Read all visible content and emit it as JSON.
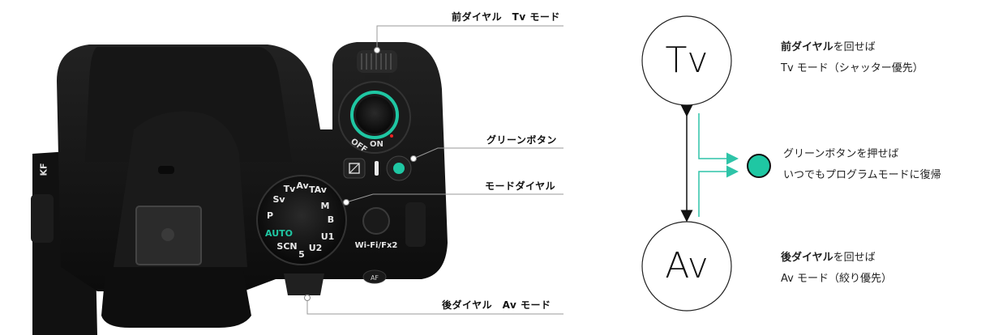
{
  "callouts": {
    "front_dial": "前ダイヤル　Tv モード",
    "green_button": "グリーンボタン",
    "mode_dial": "モードダイヤル",
    "rear_dial": "後ダイヤル　Av モード"
  },
  "camera": {
    "brand_fragment": "KF",
    "power_off": "OFF",
    "power_on": "ON",
    "wifi_button": "Wi-Fi/Fx2",
    "af_button": "AF",
    "mode_dial_modes": [
      "P",
      "Sv",
      "Tv",
      "Av",
      "TAv",
      "M",
      "B",
      "U1",
      "U2",
      "5",
      "SCN",
      "AUTO"
    ]
  },
  "diagram": {
    "tv": {
      "symbol": "Tv",
      "desc_bold": "前ダイヤル",
      "desc_rest": "を回せば",
      "desc_line2": "Tv モード（シャッター優先）"
    },
    "av": {
      "symbol": "Av",
      "desc_bold": "後ダイヤル",
      "desc_rest": "を回せば",
      "desc_line2": "Av モード（絞り優先）"
    },
    "green": {
      "line1": "グリーンボタンを押せば",
      "line2": "いつでもプログラムモードに復帰"
    }
  },
  "colors": {
    "green_accent": "#1fc7a3",
    "connector": "#2ec4a8",
    "camera_body": "#141414"
  }
}
